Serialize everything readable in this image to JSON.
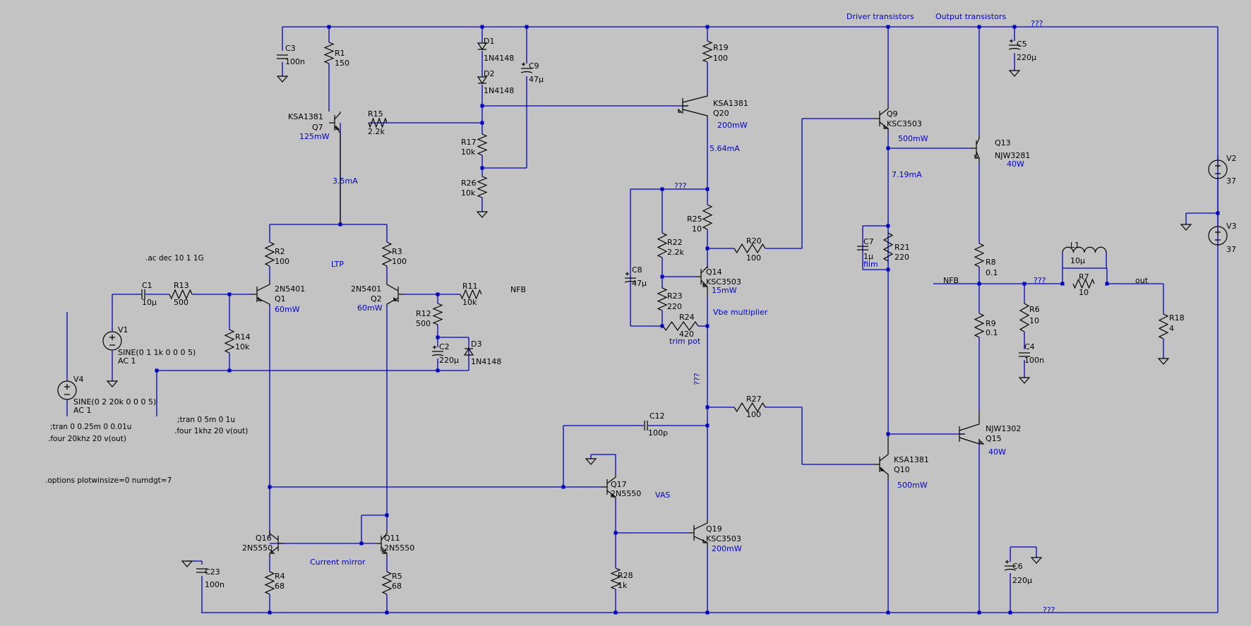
{
  "schematic": {
    "background": "#c3c3c3",
    "wire_color": "#0000c0",
    "text_color": "#000000",
    "annotation_color": "#0000d0",
    "components": [
      {
        "ref": "C3",
        "value": "100n"
      },
      {
        "ref": "R1",
        "value": "150"
      },
      {
        "ref": "D1",
        "value": "1N4148"
      },
      {
        "ref": "D2",
        "value": "1N4148"
      },
      {
        "ref": "C9",
        "value": "47µ"
      },
      {
        "ref": "R19",
        "value": "100"
      },
      {
        "ref": "C5",
        "value": "220µ"
      },
      {
        "ref": "Q7",
        "value": "KSA1381",
        "power": "125mW"
      },
      {
        "ref": "R15",
        "value": "2.2k"
      },
      {
        "ref": "R17",
        "value": "10k"
      },
      {
        "ref": "R26",
        "value": "10k"
      },
      {
        "ref": "Q20",
        "value": "KSA1381",
        "power": "200mW"
      },
      {
        "ref": "Q9",
        "value": "KSC3503",
        "power": "500mW"
      },
      {
        "ref": "Q13",
        "value": "NJW3281",
        "power": "40W"
      },
      {
        "ref": "V2",
        "value": "37"
      },
      {
        "ref": "V3",
        "value": "37"
      },
      {
        "ref": "R25",
        "value": "10"
      },
      {
        "ref": "R22",
        "value": "2.2k"
      },
      {
        "ref": "R20",
        "value": "100"
      },
      {
        "ref": "C7",
        "value": "1µ",
        "note": "film"
      },
      {
        "ref": "R21",
        "value": "220"
      },
      {
        "ref": "R8",
        "value": "0.1"
      },
      {
        "ref": "L1",
        "value": "10µ"
      },
      {
        "ref": "R7",
        "value": "10"
      },
      {
        "ref": "C8",
        "value": "47µ"
      },
      {
        "ref": "Q14",
        "value": "KSC3503",
        "power": "15mW"
      },
      {
        "ref": "R23",
        "value": "220"
      },
      {
        "ref": "R24",
        "value": "420",
        "note": "trim pot"
      },
      {
        "ref": "R6",
        "value": "10"
      },
      {
        "ref": "R9",
        "value": "0.1"
      },
      {
        "ref": "R18",
        "value": "4"
      },
      {
        "ref": "C4",
        "value": "100n"
      },
      {
        "ref": "R2",
        "value": "100"
      },
      {
        "ref": "R3",
        "value": "100"
      },
      {
        "ref": "C1",
        "value": "10µ"
      },
      {
        "ref": "R13",
        "value": "500"
      },
      {
        "ref": "Q1",
        "value": "2N5401",
        "power": "60mW"
      },
      {
        "ref": "Q2",
        "value": "2N5401",
        "power": "60mW"
      },
      {
        "ref": "R11",
        "value": "10k"
      },
      {
        "ref": "V1",
        "value": "SINE(0 1 1k 0 0 0 5)",
        "ac": "AC 1"
      },
      {
        "ref": "R14",
        "value": "10k"
      },
      {
        "ref": "R12",
        "value": "500"
      },
      {
        "ref": "C2",
        "value": "220µ"
      },
      {
        "ref": "D3",
        "value": "1N4148"
      },
      {
        "ref": "V4",
        "value": "SINE(0 2 20k 0 0 0 5)",
        "ac": "AC 1"
      },
      {
        "ref": "R27",
        "value": "100"
      },
      {
        "ref": "C12",
        "value": "100p"
      },
      {
        "ref": "Q15",
        "value": "NJW1302",
        "power": "40W"
      },
      {
        "ref": "Q10",
        "value": "KSA1381",
        "power": "500mW"
      },
      {
        "ref": "Q17",
        "value": "2N5550"
      },
      {
        "ref": "Q19",
        "value": "KSC3503",
        "power": "200mW"
      },
      {
        "ref": "Q16",
        "value": "2N5550"
      },
      {
        "ref": "Q11",
        "value": "2N5550"
      },
      {
        "ref": "C23",
        "value": "100n"
      },
      {
        "ref": "R4",
        "value": "68"
      },
      {
        "ref": "R5",
        "value": "68"
      },
      {
        "ref": "R28",
        "value": "1k"
      },
      {
        "ref": "C6",
        "value": "220µ"
      }
    ],
    "annotations": {
      "driver": "Driver transistors",
      "output": "Output transistors",
      "ltp": "LTP",
      "vbe": "Vbe multiplier",
      "vas": "VAS",
      "mirror": "Current mirror",
      "i_q7": "3.5mA",
      "i_q20": "5.64mA",
      "i_q9": "7.19mA",
      "unk_top": "???",
      "unk_c8": "???",
      "unk_vert": "???",
      "unk_out": "???",
      "unk_bottom": "???"
    },
    "nets": {
      "nfb_left": "NFB",
      "nfb_right": "NFB",
      "out": "out"
    },
    "directives": [
      ".ac dec 10 1 1G",
      ";tran 0 5m 0 1u",
      ".four 1khz 20 v(out)",
      ";tran 0 0.25m 0 0.01u",
      ".four 20khz 20 v(out)",
      ".options plotwinsize=0 numdgt=7"
    ]
  }
}
